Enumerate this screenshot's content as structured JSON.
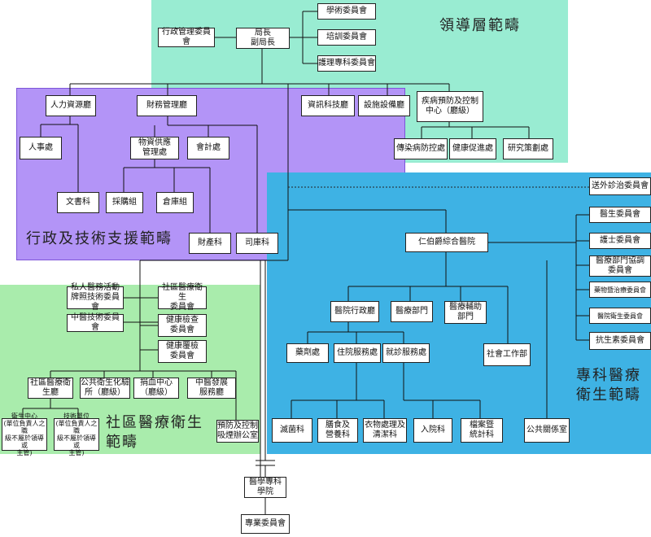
{
  "regions": {
    "leadership": "領導層範疇",
    "admin": "行政及技術支援範疇",
    "medical": "專科醫療\n衛生範疇",
    "community": "社區醫療衛生\n範疇"
  },
  "nodes": {
    "director": "局長\n副局長",
    "admin_mgmt_committee": "行政管理委員會",
    "academic_committee": "學術委員會",
    "training_committee": "培訓委員會",
    "nursing_committee": "護理專科委員會",
    "hr_dept": "人力資源廳",
    "finance_dept": "財務管理廳",
    "it_dept": "資訊科技廳",
    "facilities_dept": "設施設備廳",
    "cdc": "疾病預防及控制\n中心（廳級）",
    "personnel_div": "人事處",
    "procurement_div": "物資供應\n管理處",
    "accounting_div": "會計處",
    "infectious_div": "傳染病防控處",
    "health_promo_div": "健康促進處",
    "research_div": "研究策劃處",
    "documents_sec": "文書科",
    "purchasing_grp": "採購組",
    "warehouse_grp": "倉庫組",
    "property_sec": "財產科",
    "treasury_sec": "司庫科",
    "outside_diag_committee": "送外診治委員會",
    "hospital": "仁伯爵綜合醫院",
    "doctor_committee": "醫生委員會",
    "nurse_committee": "護士委員會",
    "dept_coord_committee": "醫療部門協調\n委員會",
    "pharma_committee": "藥物暨治療委員會",
    "hospital_hygiene_committee": "醫院衛生委員會",
    "antibiotic_committee": "抗生素委員會",
    "hospital_admin_dept": "醫院行政廳",
    "medical_depts": "醫療部門",
    "medical_aux_depts": "醫療輔助\n部門",
    "pharmacy_div": "藥劑處",
    "inpatient_services_div": "住院服務處",
    "outpatient_services_div": "就診服務處",
    "social_work_dept": "社會工作部",
    "sterilization_sec": "滅菌科",
    "catering_sec": "膳食及\n營養科",
    "laundry_sec": "衣物處理及\n清潔科",
    "admission_sec": "入院科",
    "records_sec": "檔案暨\n統計科",
    "public_relations_office": "公共關係室",
    "private_medical_committee": "私人醫務活動\n牌照技術委員會",
    "community_hygiene_committee": "社區醫療衛生\n委員會",
    "tcm_tech_committee": "中醫技術委員會",
    "health_check_committee": "健康檢查\n委員會",
    "health_recheck_committee": "健康覆檢\n委員會",
    "community_hygiene_dept": "社區醫療衛\n生廳",
    "public_lab": "公共衛生化驗\n所（廳級）",
    "blood_center": "捐血中心\n（廳級）",
    "tcm_dev_office": "中醫發展\n服務廳",
    "health_centers": "衛生中心\n(單位負責人之職\n級不屬於領導或\n主管)",
    "technical_units": "技術單位\n(單位負責人之職\n級不屬於領導或\n主管)",
    "prevention_office": "預防及控制\n吸煙辦公室",
    "nursing_college": "醫學專科\n學院",
    "specialist_committee": "專業委員會"
  }
}
